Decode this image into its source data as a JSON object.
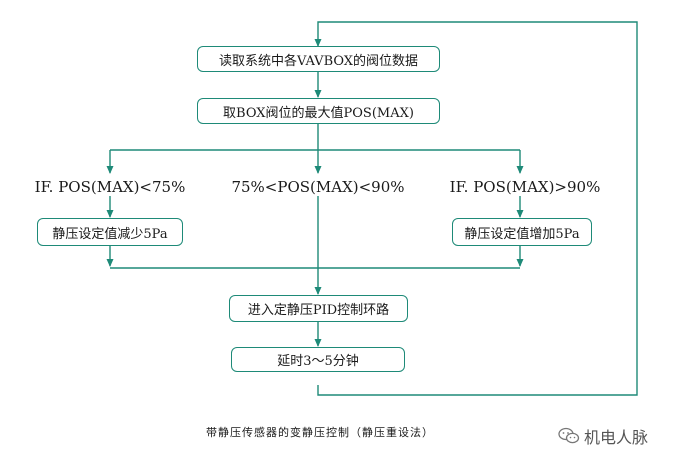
{
  "colors": {
    "line": "#1e8a78",
    "text": "#1a1a1a"
  },
  "boxes": {
    "read_data": "读取系统中各VAVBOX的阀位数据",
    "take_max": "取BOX阀位的最大值POS(MAX)",
    "decrease": "静压设定值减少5Pa",
    "increase": "静压设定值增加5Pa",
    "pid": "进入定静压PID控制环路",
    "delay": "延时3～5分钟"
  },
  "conditions": {
    "low": "IF. POS(MAX)<75%",
    "mid": "75%<POS(MAX)<90%",
    "high": "IF. POS(MAX)>90%"
  },
  "caption": "带静压传感器的变静压控制（静压重设法）",
  "watermark": {
    "icon": "wechat-icon",
    "text": "机电人脉"
  }
}
